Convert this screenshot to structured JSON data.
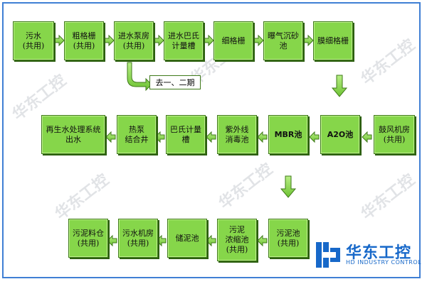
{
  "nodes": {
    "n1": "污水\n(共用)",
    "n2": "粗格栅\n(共用)",
    "n3": "进水泵房\n(共用)",
    "n4": "进水巴氏\n计量槽",
    "n5": "细格栅",
    "n6": "曝气沉砂\n池",
    "n7": "膜细格栅",
    "n8": "鼓风机房\n(共用)",
    "n9": "A2O池",
    "n10": "MBR池",
    "n11": "紫外线\n消毒池",
    "n12": "巴氏计量\n槽",
    "n13": "热泵\n结合井",
    "n14": "再生水处理系统\n出水",
    "n15": "污泥池\n(共用)",
    "n16": "污泥\n浓缩池\n(共用)",
    "n17": "储泥池",
    "n18": "污水机房\n(共用)",
    "n19": "污泥料仓\n(共用)"
  },
  "branch_note": "去一、二期",
  "logo": {
    "name": "华东工控",
    "subtitle": "HD INDUSTRY CONTROL"
  },
  "watermark": "华东工控",
  "colors": {
    "node_fill": "#86d64a",
    "node_border": "#3f7a1a",
    "frame": "#3f7fd4",
    "logo": "#1768c9"
  }
}
